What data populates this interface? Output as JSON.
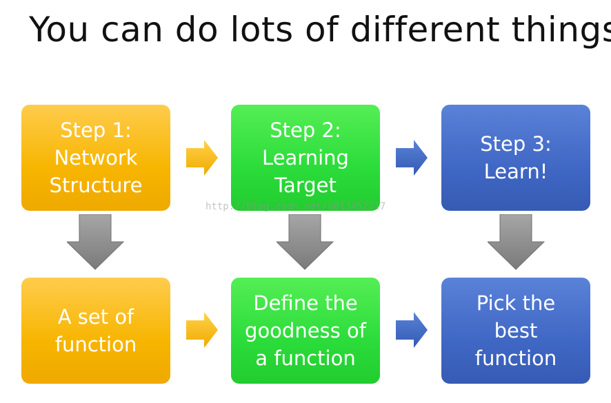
{
  "title": "You can do lots of different things",
  "steps": [
    {
      "label": "Step 1:\nNetwork\nStructure",
      "result": "A set of\nfunction",
      "color": "#f7b500"
    },
    {
      "label": "Step 2:\nLearning\nTarget",
      "result": "Define the\ngoodness of\na function",
      "color": "#2bdc3a"
    },
    {
      "label": "Step 3:\nLearn!",
      "result": "Pick the\nbest\nfunction",
      "color": "#3f67c4"
    }
  ],
  "watermark": "http://blog.csdn.net/u013452217",
  "colors": {
    "right_arrow_orange": "#f5b800",
    "right_arrow_blue": "#3f67c4",
    "down_arrow": "#8c8c8c"
  }
}
